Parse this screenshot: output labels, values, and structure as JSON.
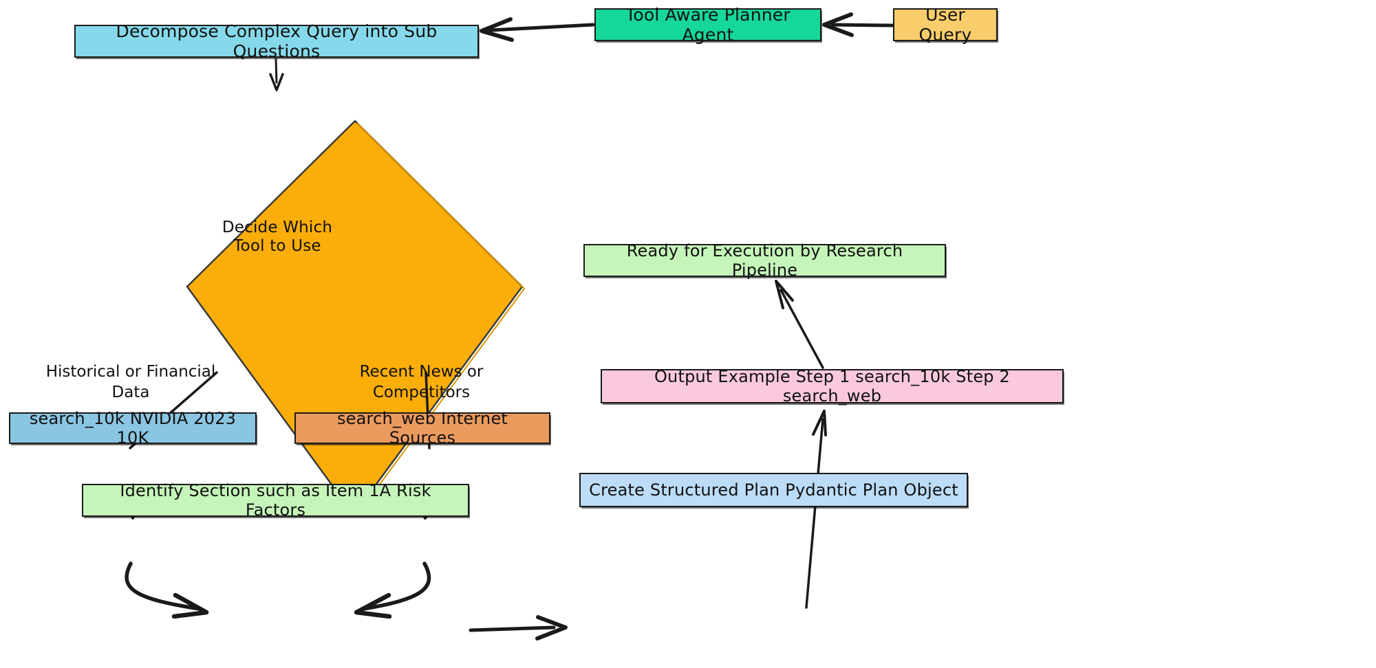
{
  "diagram": {
    "title": "Tool Aware Planner Agent Flow",
    "background": "#ffffff",
    "stroke_color": "#1a1a1a",
    "nodes": [
      {
        "id": "user_query",
        "label": "User Query",
        "shape": "rect",
        "color": "#f9cd6b"
      },
      {
        "id": "planner",
        "label": "Tool Aware Planner Agent",
        "shape": "rect",
        "color": "#15d79a"
      },
      {
        "id": "decompose",
        "label": "Decompose Complex Query into Sub Questions",
        "shape": "rect",
        "color": "#85d9ea"
      },
      {
        "id": "decision",
        "label": "Decide Which\nTool to Use",
        "shape": "diamond",
        "color": "#fbad09"
      },
      {
        "id": "search_10k",
        "label": "search_10k NVIDIA 2023 10K",
        "shape": "rect",
        "color": "#8ac6e2"
      },
      {
        "id": "search_web",
        "label": "search_web Internet Sources",
        "shape": "rect",
        "color": "#eb9a5e"
      },
      {
        "id": "identify",
        "label": "Identify Section such as Item 1A Risk Factors",
        "shape": "rect",
        "color": "#c6f5ba"
      },
      {
        "id": "create_plan",
        "label": "Create Structured Plan Pydantic Plan Object",
        "shape": "rect",
        "color": "#bcdcf7"
      },
      {
        "id": "output",
        "label": "Output Example Step 1 search_10k Step 2 search_web",
        "shape": "rect",
        "color": "#fbc9de"
      },
      {
        "id": "ready",
        "label": "Ready for Execution by Research Pipeline",
        "shape": "rect",
        "color": "#c6f5ba"
      }
    ],
    "edge_labels": {
      "decision_left": "Historical or Financial\nData",
      "decision_right": "Recent News or\nCompetitors"
    },
    "edges": [
      {
        "from": "user_query",
        "to": "planner",
        "label": ""
      },
      {
        "from": "planner",
        "to": "decompose",
        "label": ""
      },
      {
        "from": "decompose",
        "to": "decision",
        "label": ""
      },
      {
        "from": "decision",
        "to": "search_10k",
        "label": "Historical or Financial Data"
      },
      {
        "from": "decision",
        "to": "search_web",
        "label": "Recent News or Competitors"
      },
      {
        "from": "search_10k",
        "to": "identify",
        "label": ""
      },
      {
        "from": "search_web",
        "to": "identify",
        "label": ""
      },
      {
        "from": "identify",
        "to": "create_plan",
        "label": ""
      },
      {
        "from": "create_plan",
        "to": "output",
        "label": ""
      },
      {
        "from": "output",
        "to": "ready",
        "label": ""
      }
    ]
  }
}
